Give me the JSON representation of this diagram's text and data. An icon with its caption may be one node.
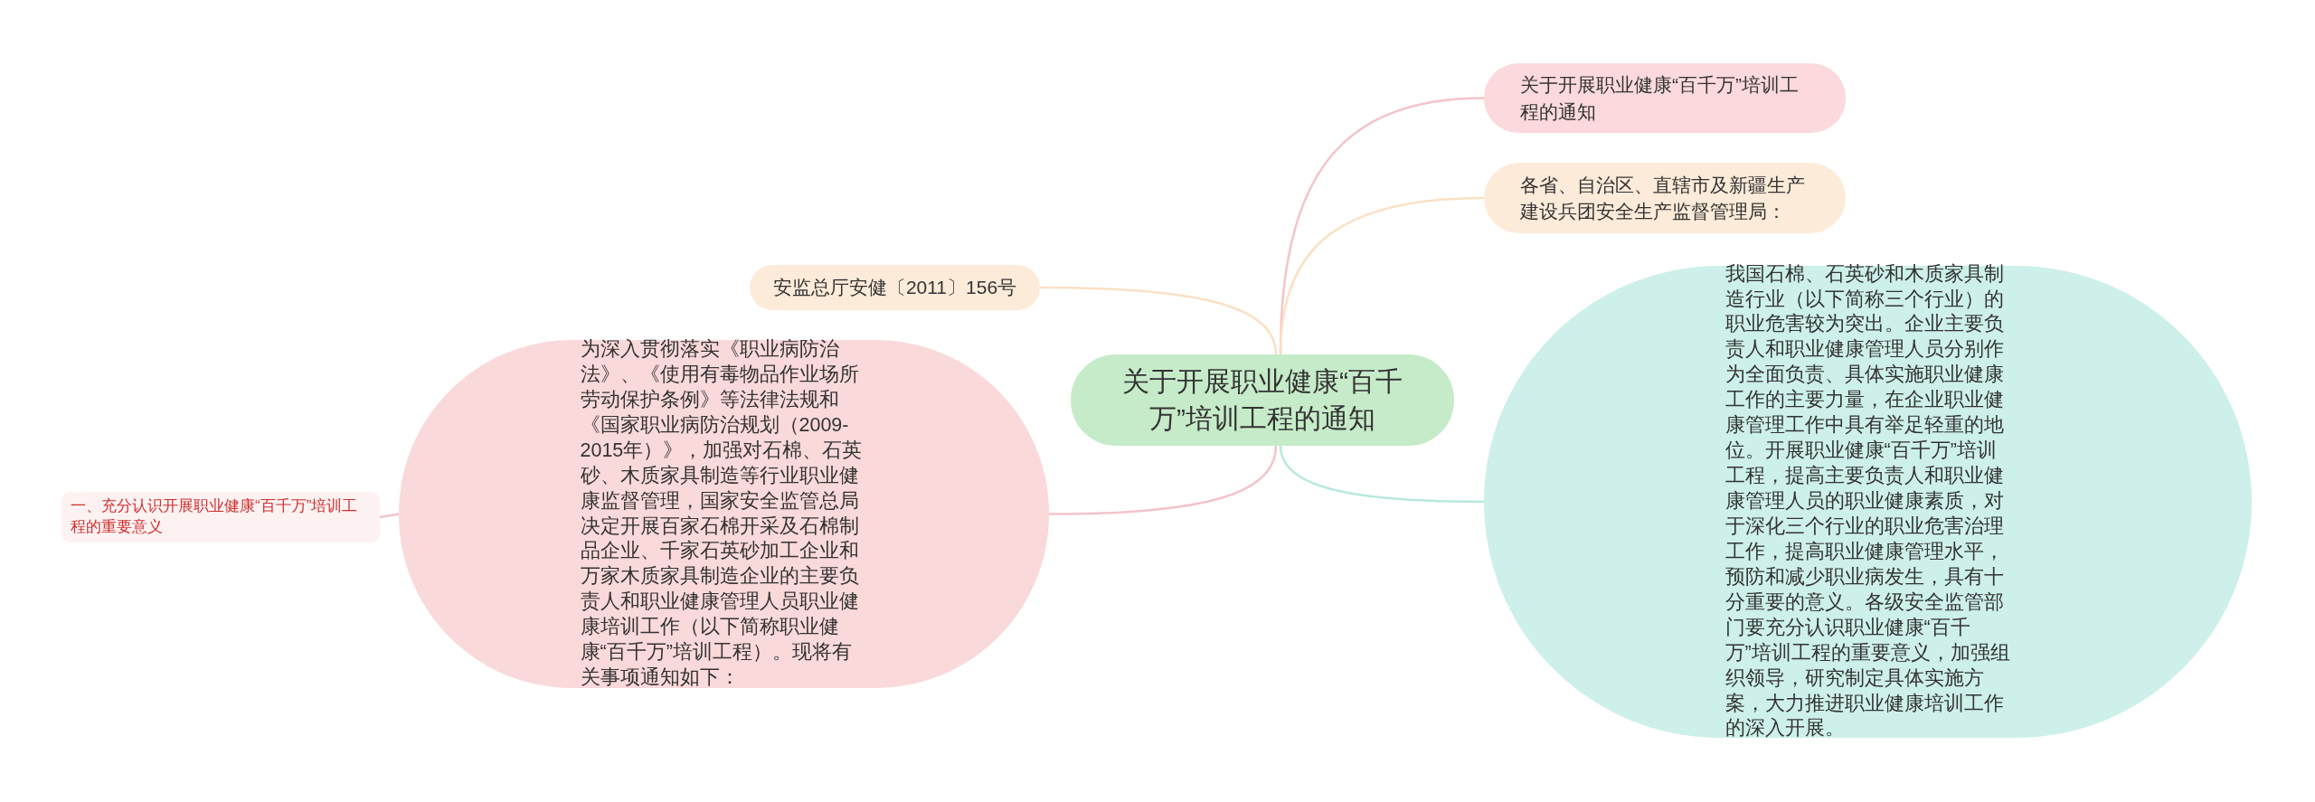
{
  "diagram": {
    "nodes": [
      {
        "text": [
          "关于开展职业健康“百千万”培训工程的通知"
        ]
      },
      {
        "text": [
          "关于开展职业健康“百千万”培训工程的通知"
        ]
      },
      {
        "text": [
          "各省、自治区、直辖市及新疆生产建设兵团安全生产监督管理局："
        ]
      },
      {
        "text": [
          "安监总厅安健〔2011〕156号"
        ]
      },
      {
        "text": [
          "为深入贯彻落实《职业病防治法》、《使用有毒物品作业场所劳动保护条例》等法律法规和《国家职业病防治规划（2009-2015年）》，加强对石棉、石英砂、木质家具制造等行业职业健康监督管理，国家安全监管总局决定开展百家石棉开采及石棉制品企业、千家石英砂加工企业和万家木质家具制造企业的主要负责人和职业健康管理人员职业健康培训工作（以下简称职业健康“百千万”培训工程）。现将有关事项通知如下："
        ]
      },
      {
        "text": [
          "我国石棉、石英砂和木质家具制造行业（以下简称三个行业）的职业危害较为突出。企业主要负责人和职业健康管理人员分别作为全面负责、具体实施职业健康工作的主要力量，在企业职业健康管理工作中具有举足轻重的地位。开展职业健康“百千万”培训工程，提高主要负责人和职业健康管理人员的职业健康素质，对于深化三个行业的职业危害治理工作，提高职业健康管理水平，预防和减少职业病发生，具有十分重要的意义。各级安全监管部门要充分认识职业健康“百千万”培训工程的重要意义，加强组织领导，研究制定具体实施方案，大力推进职业健康培训工作的深入开展。"
        ]
      },
      {
        "text": [
          "一、充分认识开展职业健康“百千万”培训工程的重要意义"
        ]
      }
    ],
    "edges": [
      {
        "from": 0,
        "to": 1,
        "arrow": "none",
        "color": "#f3c4c9"
      },
      {
        "from": 0,
        "to": 2,
        "arrow": "none",
        "color": "#fbe0c4"
      },
      {
        "from": 0,
        "to": 3,
        "arrow": "none",
        "color": "#fbe0c4"
      },
      {
        "from": 0,
        "to": 4,
        "arrow": "none",
        "color": "#f3c4c9"
      },
      {
        "from": 0,
        "to": 5,
        "arrow": "none",
        "color": "#b9e8df"
      },
      {
        "from": 4,
        "to": 6,
        "arrow": "none",
        "color": "#f3c4c9"
      }
    ]
  }
}
